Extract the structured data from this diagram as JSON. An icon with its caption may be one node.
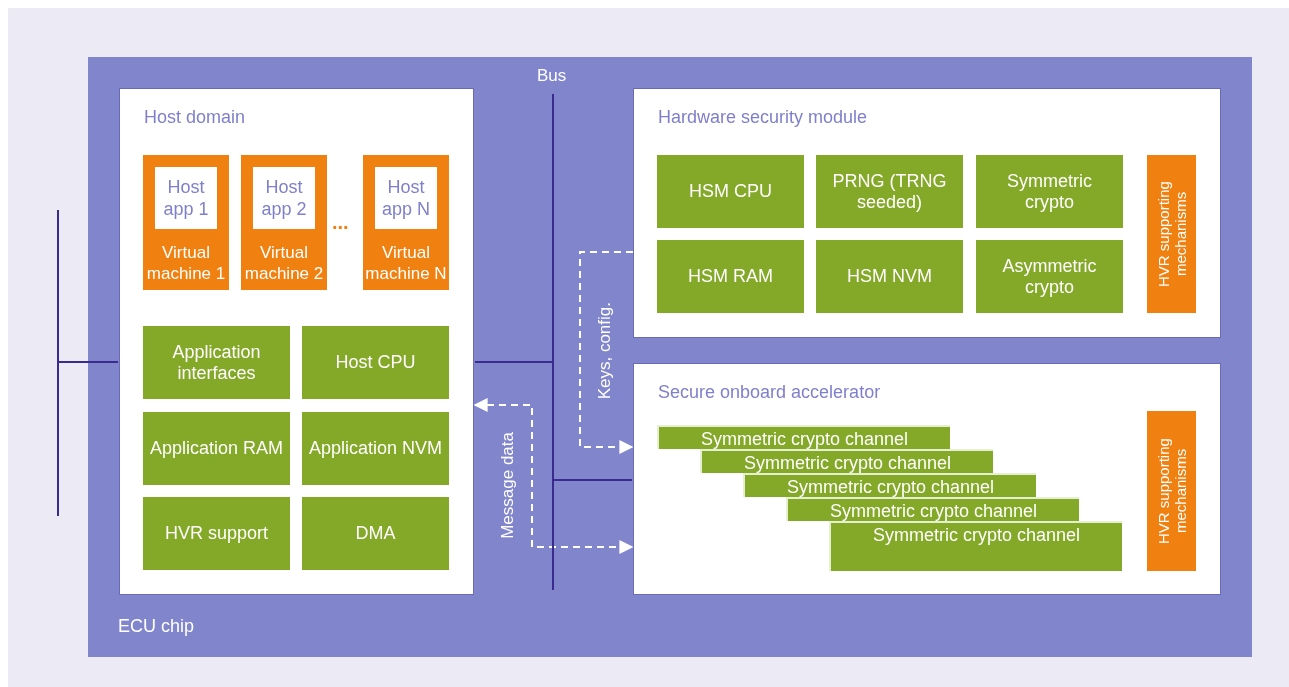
{
  "diagram": {
    "nodes": [
      {
        "text": [
          "ECU chip"
        ]
      },
      {
        "text": [
          "Host domain"
        ],
        "in": 0
      },
      {
        "text": [
          "Virtual machine 1"
        ],
        "in": 1
      },
      {
        "text": [
          "Host app 1"
        ],
        "in": 2
      },
      {
        "text": [
          "Virtual machine 2"
        ],
        "in": 1
      },
      {
        "text": [
          "Host app 2"
        ],
        "in": 4
      },
      {
        "text": [
          "Virtual machine N"
        ],
        "in": 1
      },
      {
        "text": [
          "Host app N"
        ],
        "in": 6
      },
      {
        "text": [
          "Application interfaces"
        ],
        "in": 1
      },
      {
        "text": [
          "Host CPU"
        ],
        "in": 1
      },
      {
        "text": [
          "Application RAM"
        ],
        "in": 1
      },
      {
        "text": [
          "Application NVM"
        ],
        "in": 1
      },
      {
        "text": [
          "HVR support"
        ],
        "in": 1
      },
      {
        "text": [
          "DMA"
        ],
        "in": 1
      },
      {
        "text": [
          "Hardware security module"
        ],
        "in": 0
      },
      {
        "text": [
          "HSM CPU"
        ],
        "in": 14
      },
      {
        "text": [
          "PRNG (TRNG seeded)"
        ],
        "in": 14
      },
      {
        "text": [
          "Symmetric crypto"
        ],
        "in": 14
      },
      {
        "text": [
          "HSM RAM"
        ],
        "in": 14
      },
      {
        "text": [
          "HSM NVM"
        ],
        "in": 14
      },
      {
        "text": [
          "Asymmetric crypto"
        ],
        "in": 14
      },
      {
        "text": [
          "HVR supporting mechanisms"
        ],
        "in": 14
      },
      {
        "text": [
          "Secure onboard accelerator"
        ],
        "in": 0
      },
      {
        "text": [
          "Symmetric crypto channel"
        ],
        "in": 22
      },
      {
        "text": [
          "Symmetric crypto channel"
        ],
        "in": 22
      },
      {
        "text": [
          "Symmetric crypto channel"
        ],
        "in": 22
      },
      {
        "text": [
          "Symmetric crypto channel"
        ],
        "in": 22
      },
      {
        "text": [
          "Symmetric crypto channel"
        ],
        "in": 22
      },
      {
        "text": [
          "HVR supporting mechanisms"
        ],
        "in": 22
      },
      {
        "text": [
          "Bus"
        ],
        "in": 0
      },
      {
        "text": [],
        "shape": "bar"
      }
    ],
    "edges": [
      {
        "from": 30,
        "to": 1,
        "arrow": "none"
      },
      {
        "from": 1,
        "to": 29,
        "arrow": "none"
      },
      {
        "from": 29,
        "to": 22,
        "arrow": "none"
      },
      {
        "from": 14,
        "to": 22,
        "arrow": "to",
        "label": "Keys, config.",
        "style": "dashed",
        "color": "#ffffff"
      },
      {
        "from": 1,
        "to": 22,
        "arrow": "both",
        "label": "Message data",
        "style": "dashed",
        "color": "#ffffff"
      }
    ],
    "labels": [
      "..."
    ]
  }
}
